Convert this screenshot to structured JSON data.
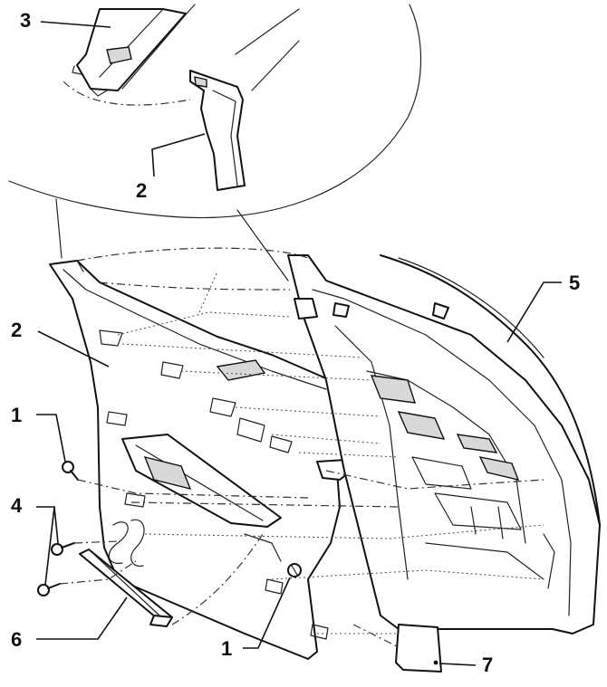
{
  "callouts": {
    "c1_top": "1",
    "c1_bottom": "1",
    "c2_detail": "2",
    "c2_main": "2",
    "c3": "3",
    "c4": "4",
    "c5": "5",
    "c6": "6",
    "c7": "7"
  }
}
